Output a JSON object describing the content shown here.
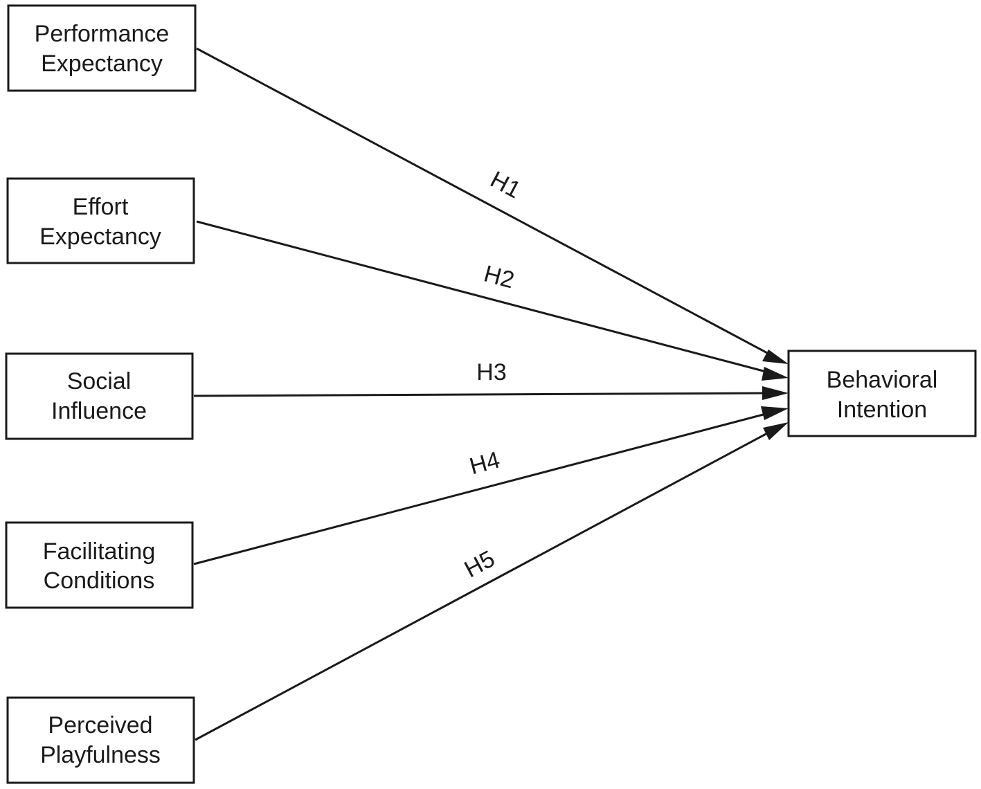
{
  "nodes": {
    "performance_expectancy": {
      "line1": "Performance",
      "line2": "Expectancy"
    },
    "effort_expectancy": {
      "line1": "Effort",
      "line2": "Expectancy"
    },
    "social_influence": {
      "line1": "Social",
      "line2": "Influence"
    },
    "facilitating_conditions": {
      "line1": "Facilitating",
      "line2": "Conditions"
    },
    "perceived_playfulness": {
      "line1": "Perceived",
      "line2": "Playfulness"
    },
    "behavioral_intention": {
      "line1": "Behavioral",
      "line2": "Intention"
    }
  },
  "edges": [
    {
      "from": "performance_expectancy",
      "to": "behavioral_intention",
      "label": "H1"
    },
    {
      "from": "effort_expectancy",
      "to": "behavioral_intention",
      "label": "H2"
    },
    {
      "from": "social_influence",
      "to": "behavioral_intention",
      "label": "H3"
    },
    {
      "from": "facilitating_conditions",
      "to": "behavioral_intention",
      "label": "H4"
    },
    {
      "from": "perceived_playfulness",
      "to": "behavioral_intention",
      "label": "H5"
    }
  ],
  "colors": {
    "stroke": "#1a1a1a",
    "background": "#ffffff"
  }
}
